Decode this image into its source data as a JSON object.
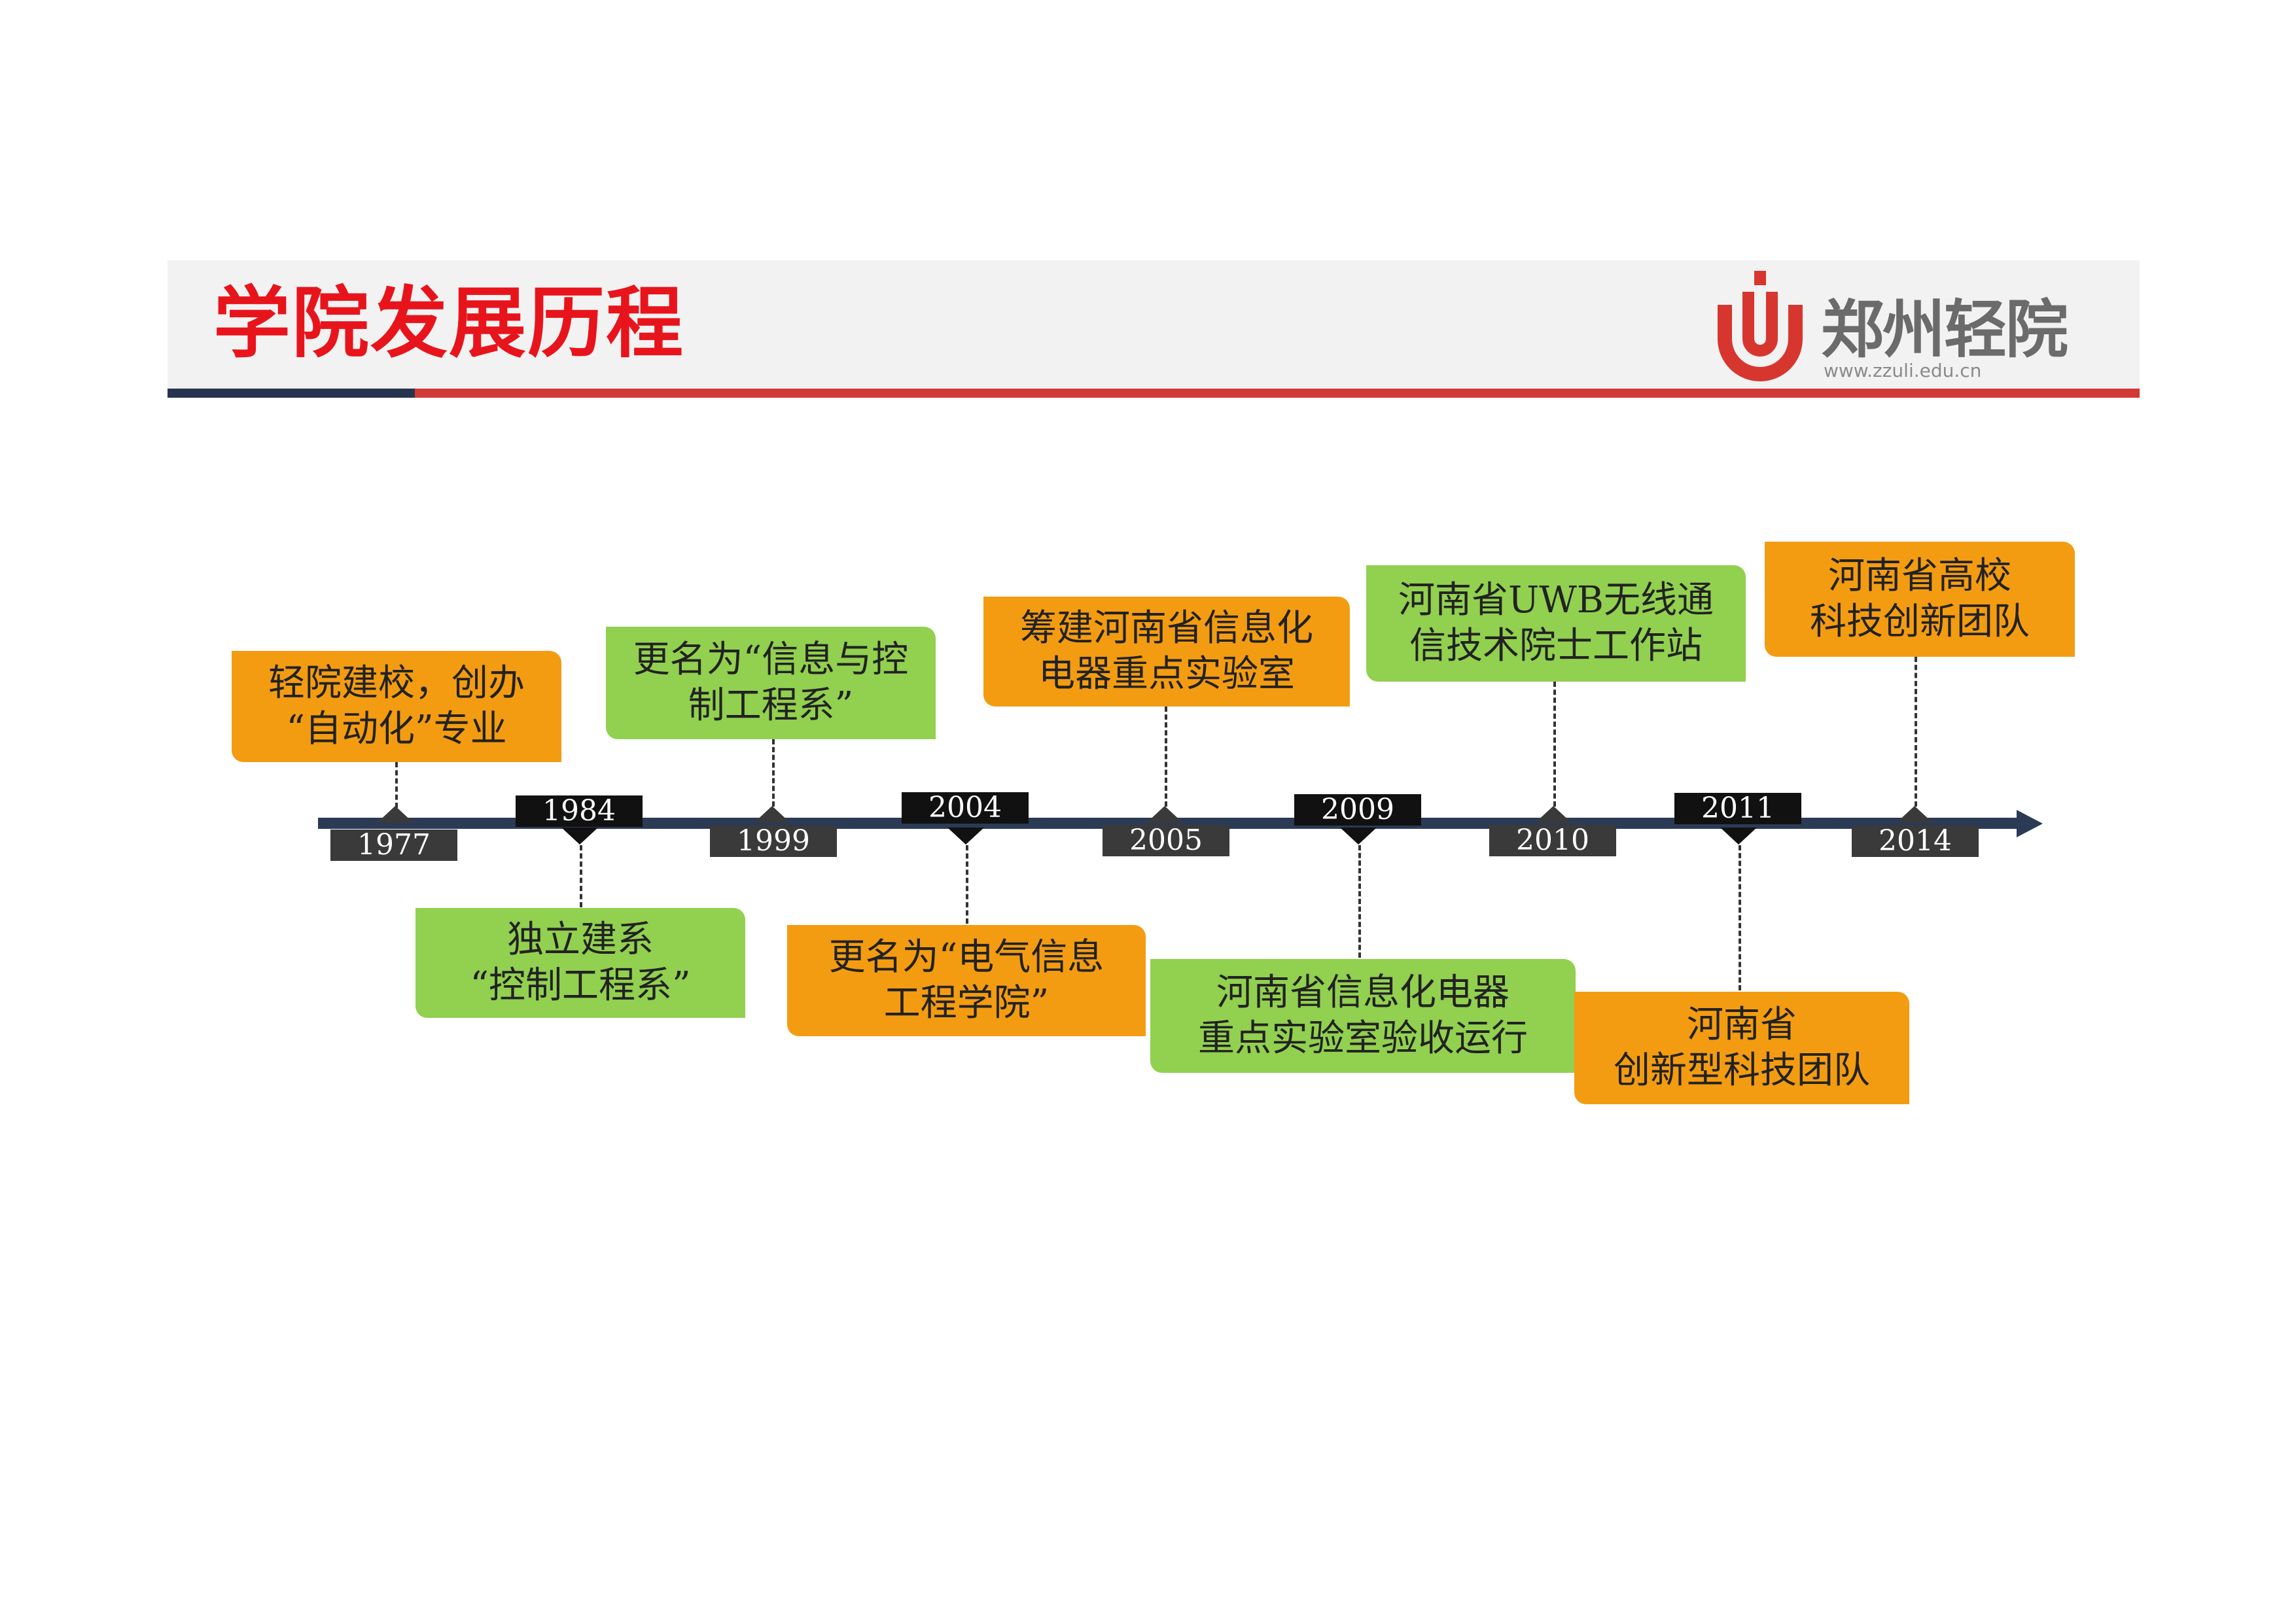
{
  "header": {
    "title": "学院发展历程",
    "logo_name": "郑州轻院",
    "logo_url": "www.zzuli.edu.cn"
  },
  "colors": {
    "title": "#e8141c",
    "rule_dark": "#27344f",
    "rule_red": "#d23a37",
    "axis": "#2b3a55",
    "orange_box": "#f39c12",
    "green_box": "#92d050"
  },
  "timeline": [
    {
      "year": "1977",
      "text": "轻院建校，创办\n“自动化”专业",
      "color": "orange",
      "side": "above"
    },
    {
      "year": "1984",
      "text": "独立建系\n“控制工程系”",
      "color": "green",
      "side": "below"
    },
    {
      "year": "1999",
      "text": "更名为“信息与控\n制工程系”",
      "color": "green",
      "side": "above"
    },
    {
      "year": "2004",
      "text": "更名为“电气信息\n工程学院”",
      "color": "orange",
      "side": "below"
    },
    {
      "year": "2005",
      "text": "筹建河南省信息化\n电器重点实验室",
      "color": "orange",
      "side": "above"
    },
    {
      "year": "2009",
      "text": "河南省信息化电器\n重点实验室验收运行",
      "color": "green",
      "side": "below"
    },
    {
      "year": "2010",
      "text": "河南省UWB无线通\n信技术院士工作站",
      "color": "green",
      "side": "above"
    },
    {
      "year": "2011",
      "text": "河南省\n创新型科技团队",
      "color": "orange",
      "side": "below"
    },
    {
      "year": "2014",
      "text": "河南省高校\n科技创新团队",
      "color": "orange",
      "side": "above"
    }
  ]
}
